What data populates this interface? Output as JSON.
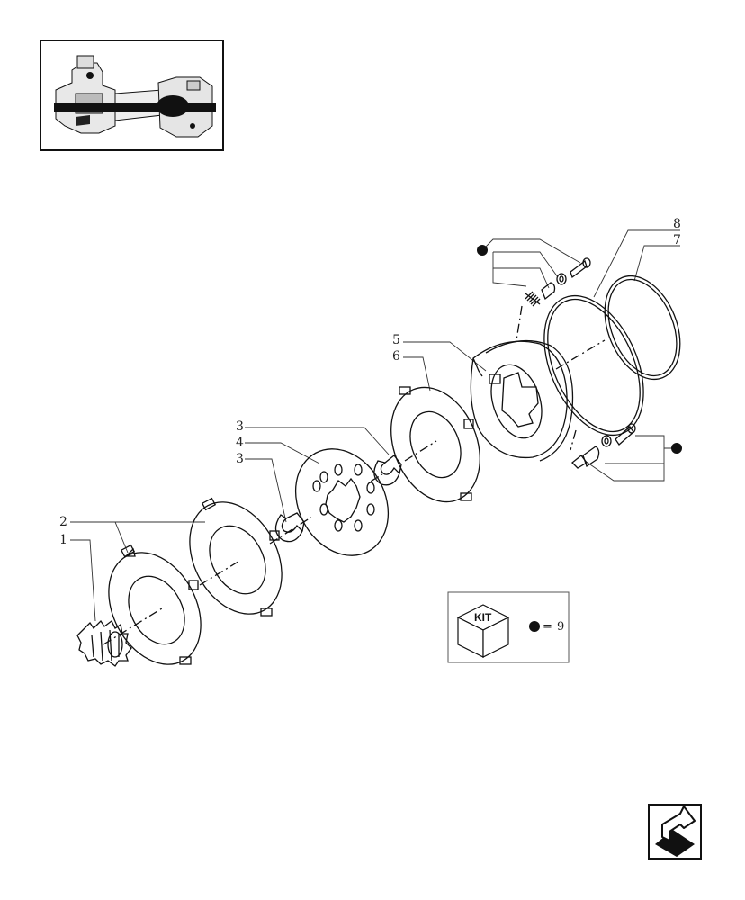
{
  "callouts": {
    "c1": "1",
    "c2": "2",
    "c3a": "3",
    "c3b": "3",
    "c4": "4",
    "c5": "5",
    "c6": "6",
    "c7": "7",
    "c8": "8"
  },
  "kit": {
    "label": "KIT",
    "equals": "=",
    "number": "9"
  },
  "icons": {
    "thumbnail": "axle-assembly-thumbnail",
    "kit_box": "kit-box-icon",
    "navigation": "next-page-arrow-icon"
  },
  "colors": {
    "ink": "#111111",
    "paper": "#ffffff"
  }
}
